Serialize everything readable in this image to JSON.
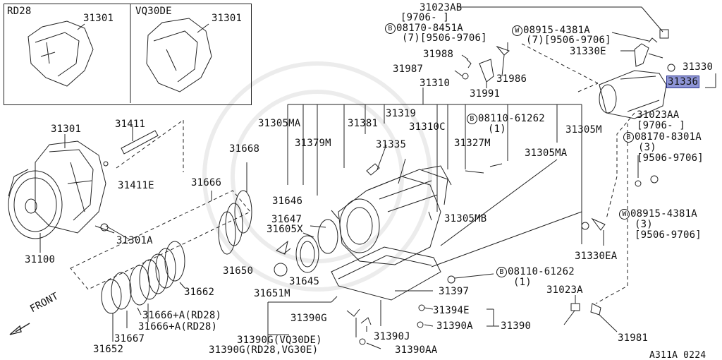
{
  "insets": {
    "left_title": "RD28",
    "right_title": "VQ30DE"
  },
  "front_label": "FRONT",
  "diagram_code": "A311A 0224",
  "callouts": {
    "c31301_rd28": "31301",
    "c31301_vq30": "31301",
    "c31023ab": "31023AB",
    "c9706_a": "[9706-    ]",
    "c08170_8451a": "08170-8451A",
    "c7_9506_a": "(7)[9506-9706]",
    "c08915_4381a_top": "08915-4381A",
    "c7_9506_b": "(7)[9506-9706]",
    "c31330e": "31330E",
    "c31988": "31988",
    "c31987": "31987",
    "c31986": "31986",
    "c31991": "31991",
    "c31330": "31330",
    "c31336": "31336",
    "c31310": "31310",
    "c31319": "31319",
    "c31305ma_l": "31305MA",
    "c31381": "31381",
    "c31310c": "31310C",
    "c08110_61262_top": "08110-61262",
    "c1_top": "(1)",
    "c31305m_r": "31305M",
    "c31023aa": "31023AA",
    "c9706_b": "[9706-    ]",
    "c08170_8301a": "08170-8301A",
    "c3_a": "(3)",
    "c9506_9706_a": "[9506-9706]",
    "c31379m": "31379M",
    "c31335": "31335",
    "c31327m": "31327M",
    "c31305ma_r": "31305MA",
    "c31301_main": "31301",
    "c31411": "31411",
    "c31668": "31668",
    "c31666": "31666",
    "c31411e": "31411E",
    "c31646": "31646",
    "c31647": "31647",
    "c31605x": "31605X",
    "c31305mb": "31305MB",
    "c08915_4381a_r": "08915-4381A",
    "c3_b": "(3)",
    "c9506_9706_b": "[9506-9706]",
    "c31301a": "31301A",
    "c31100": "31100",
    "c31330ea": "31330EA",
    "c31650": "31650",
    "c08110_61262_b": "08110-61262",
    "c1_b": "(1)",
    "c31645": "31645",
    "c31662": "31662",
    "c31651m": "31651M",
    "c31397": "31397",
    "c31023a": "31023A",
    "c31394e": "31394E",
    "c31666_a1": "31666+A(RD28)",
    "c31666_a2": "31666+A(RD28)",
    "c31390g": "31390G",
    "c31390a": "31390A",
    "c31390": "31390",
    "c31390j": "31390J",
    "c31981": "31981",
    "c31667": "31667",
    "c31390g_vq": "31390G(VQ30DE)",
    "c31652": "31652",
    "c31390g_rd": "31390G(RD28,VG30E)",
    "c31390aa": "31390AA"
  },
  "symbols": {
    "bolt": "B",
    "washer": "W"
  }
}
